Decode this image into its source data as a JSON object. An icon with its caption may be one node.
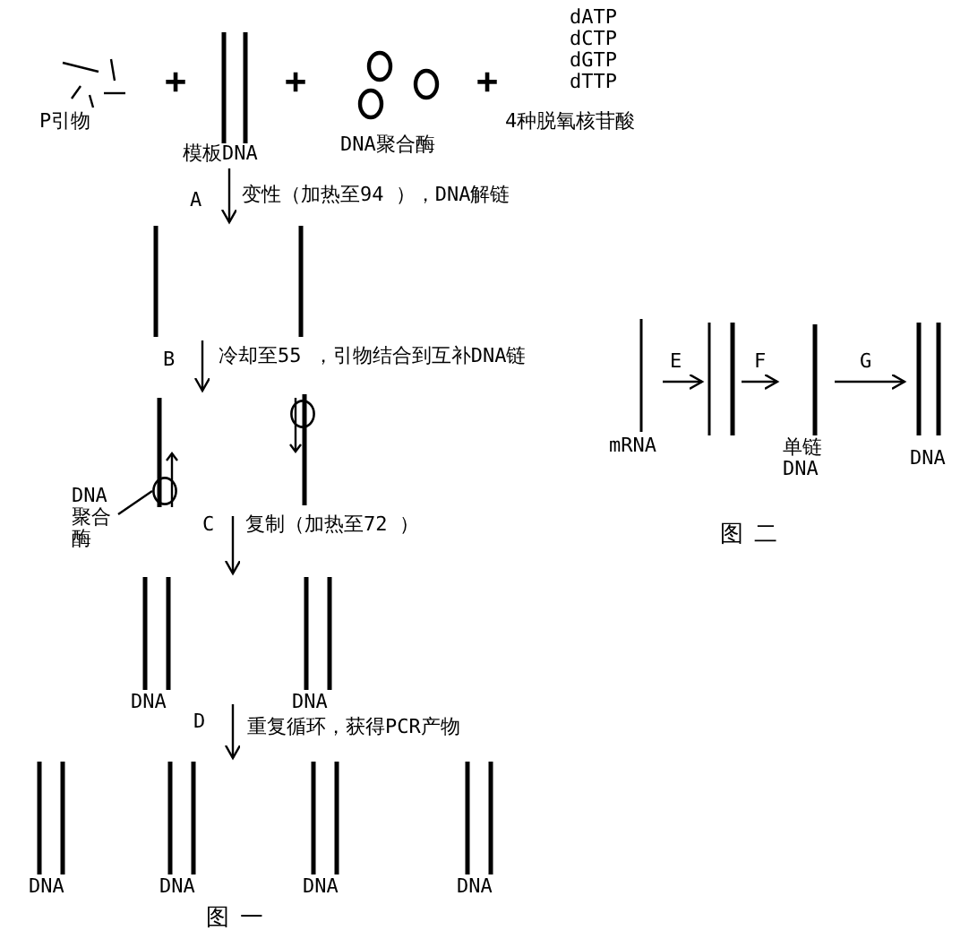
{
  "diagram": {
    "nodes": [
      {
        "text": [
          "P引物"
        ]
      },
      {
        "text": [
          "模板DNA"
        ]
      },
      {
        "text": [
          "DNA聚合酶"
        ]
      },
      {
        "text": [
          "dATP",
          "dCTP",
          "dGTP",
          "dTTP",
          "4种脱氧核苷酸"
        ]
      },
      {
        "text": [],
        "shape": "picture"
      },
      {
        "text": [],
        "shape": "picture"
      },
      {
        "text": [],
        "shape": "circle",
        "in": 5
      },
      {
        "text": [],
        "shape": "circle",
        "in": 5
      },
      {
        "text": [
          "DNA聚合酶"
        ]
      },
      {
        "text": [
          "DNA"
        ]
      },
      {
        "text": [
          "DNA"
        ]
      },
      {
        "text": [
          "DNA"
        ]
      },
      {
        "text": [
          "DNA"
        ]
      },
      {
        "text": [
          "DNA"
        ]
      },
      {
        "text": [
          "DNA"
        ]
      },
      {
        "text": [
          "mRNA"
        ]
      },
      {
        "text": [],
        "shape": "picture"
      },
      {
        "text": [
          "单链DNA"
        ]
      },
      {
        "text": [
          "DNA"
        ]
      }
    ],
    "edges": [
      {
        "from": 1,
        "to": 4,
        "arrow": "to",
        "label": "变性（加热至94 ），DNA解链"
      },
      {
        "from": 4,
        "to": 5,
        "arrow": "to",
        "label": "冷却至55 ，引物结合到互补DNA链"
      },
      {
        "from": 5,
        "to": 9,
        "arrow": "to",
        "label": "复制（加热至72 ）"
      },
      {
        "from": null,
        "to": 12,
        "arrow": "to",
        "label": "重复循环，获得PCR产物"
      },
      {
        "from": 8,
        "to": 6,
        "arrow": "none"
      },
      {
        "from": 15,
        "to": 16,
        "arrow": "to",
        "label": "E"
      },
      {
        "from": 16,
        "to": 17,
        "arrow": "to",
        "label": "F"
      },
      {
        "from": 17,
        "to": 18,
        "arrow": "to",
        "label": "G"
      }
    ],
    "labels": [
      "+",
      "+",
      "+",
      "A",
      "B",
      "C",
      "D",
      "图一",
      "图二"
    ]
  }
}
